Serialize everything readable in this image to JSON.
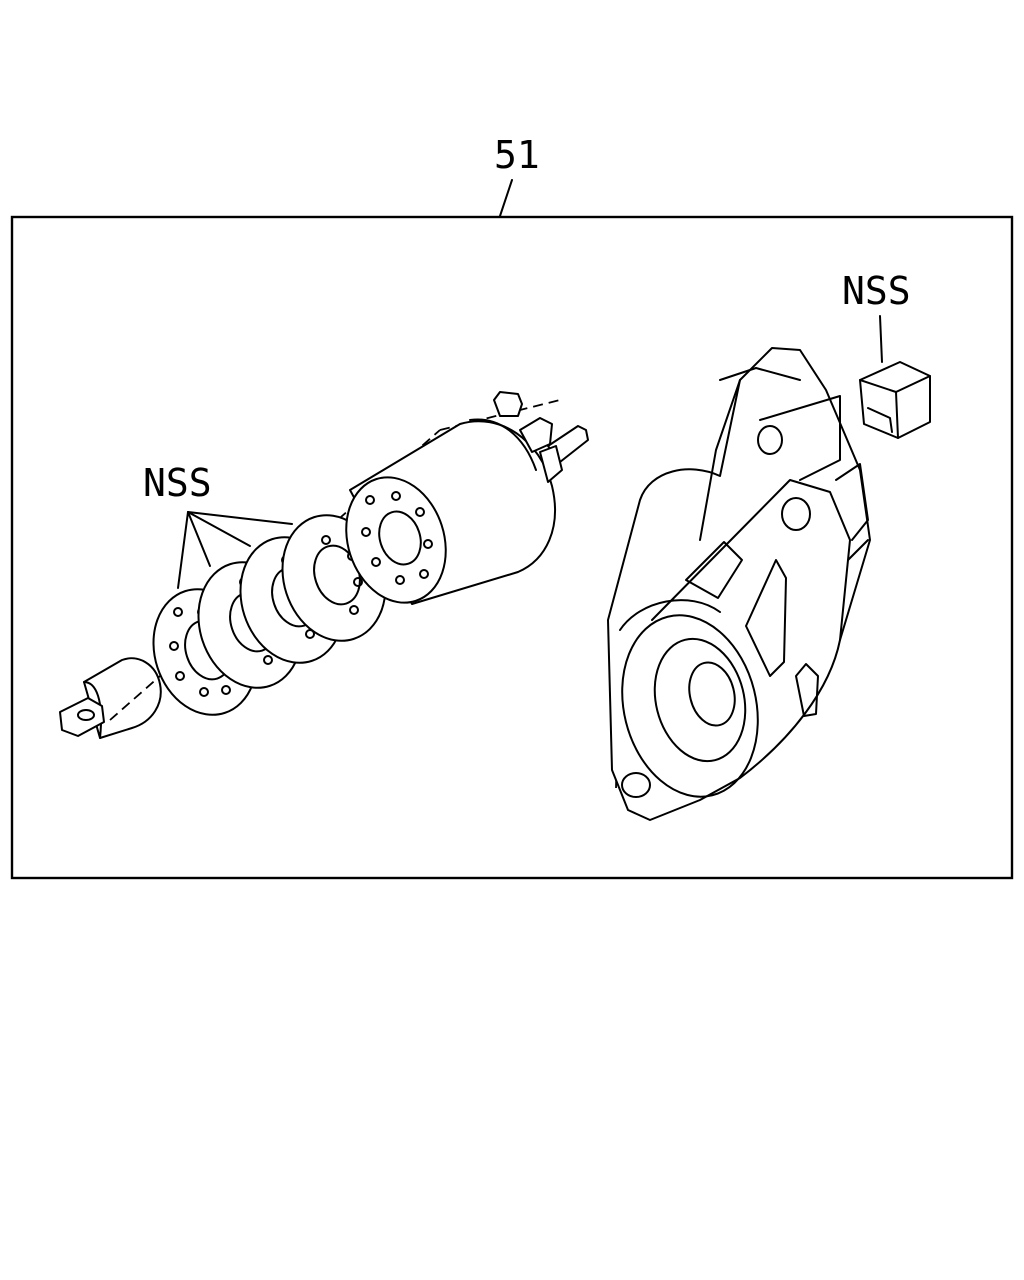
{
  "labels": {
    "assembly_number": "51",
    "nss_washers": "NSS",
    "nss_cap": "NSS"
  }
}
